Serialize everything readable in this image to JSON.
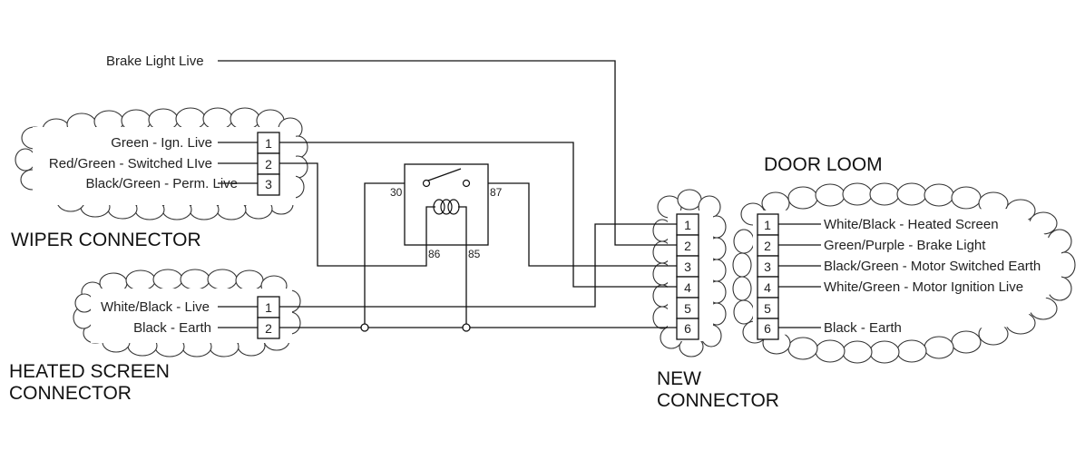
{
  "brake_light_live": "Brake Light Live",
  "wiper": {
    "title": "WIPER CONNECTOR",
    "pins": [
      {
        "num": "1",
        "label": "Green - Ign. Live"
      },
      {
        "num": "2",
        "label": "Red/Green - Switched LIve"
      },
      {
        "num": "3",
        "label": "Black/Green - Perm. Live"
      }
    ]
  },
  "heated": {
    "title_line1": "HEATED SCREEN",
    "title_line2": "CONNECTOR",
    "pins": [
      {
        "num": "1",
        "label": "White/Black - Live"
      },
      {
        "num": "2",
        "label": "Black - Earth"
      }
    ]
  },
  "relay": {
    "p30": "30",
    "p87": "87",
    "p86": "86",
    "p85": "85"
  },
  "new_connector": {
    "title_line1": "NEW",
    "title_line2": "CONNECTOR",
    "pins": [
      "1",
      "2",
      "3",
      "4",
      "5",
      "6"
    ]
  },
  "door_loom": {
    "title": "DOOR LOOM",
    "pins": [
      {
        "num": "1",
        "label": "White/Black - Heated Screen"
      },
      {
        "num": "2",
        "label": "Green/Purple - Brake Light"
      },
      {
        "num": "3",
        "label": "Black/Green - Motor Switched Earth"
      },
      {
        "num": "4",
        "label": "White/Green - Motor Ignition Live"
      },
      {
        "num": "5",
        "label": ""
      },
      {
        "num": "6",
        "label": "Black - Earth"
      }
    ]
  }
}
